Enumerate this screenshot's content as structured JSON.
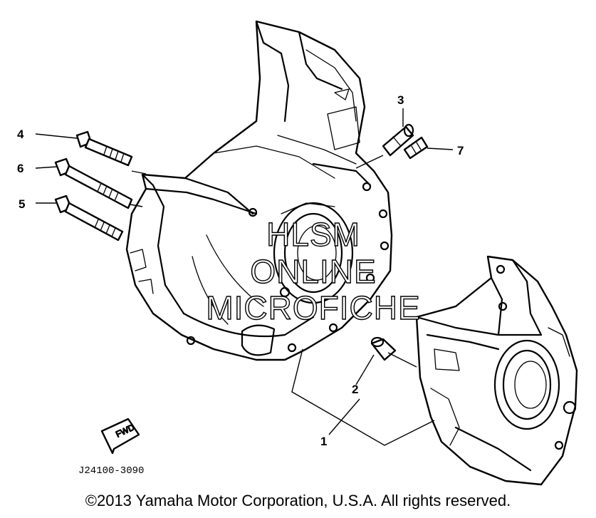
{
  "callouts": {
    "c1": "1",
    "c2": "2",
    "c3": "3",
    "c4": "4",
    "c5": "5",
    "c6": "6",
    "c7": "7"
  },
  "part_number": "J24100-3090",
  "fwd_label": "FWD",
  "watermark": {
    "line1": "HLSM",
    "line2": "ONLINE",
    "line3": "MICROFICHE"
  },
  "copyright": "©2013 Yamaha Motor Corporation, U.S.A. All rights reserved."
}
